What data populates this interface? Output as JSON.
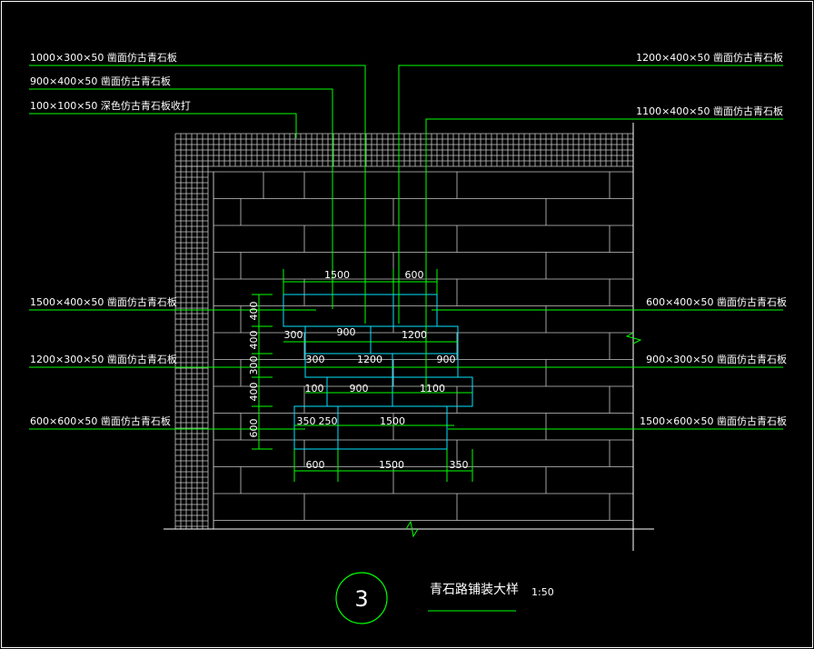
{
  "drawing": {
    "callouts_left": [
      "1000×300×50 凿面仿古青石板",
      "900×400×50 凿面仿古青石板",
      "100×100×50 深色仿古青石板收打",
      "1500×400×50 凿面仿古青石板",
      "1200×300×50 凿面仿古青石板",
      "600×600×50 凿面仿古青石板"
    ],
    "callouts_right": [
      "1200×400×50 凿面仿古青石板",
      "1100×400×50 凿面仿古青石板",
      "600×400×50 凿面仿古青石板",
      "900×300×50 凿面仿古青石板",
      "1500×600×50 凿面仿古青石板"
    ],
    "dims_top": [
      "1500",
      "600"
    ],
    "row1": [
      "300",
      "900",
      "1200"
    ],
    "row2": [
      "300",
      "1200",
      "900"
    ],
    "row3": [
      "100",
      "900",
      "1100"
    ],
    "row4": [
      "350",
      "250",
      "1500"
    ],
    "dims_bottom": [
      "600",
      "1500",
      "350"
    ],
    "dims_vertical": [
      "400",
      "400",
      "300",
      "400",
      "600"
    ],
    "title_number": "3",
    "title": "青石路铺装大样",
    "scale": "1:50"
  },
  "colors": {
    "background": "#000000",
    "border_line": "#ffffff",
    "grid_line": "#c8c8c8",
    "leader_line": "#00ff00",
    "detail_line": "#00e5ff",
    "text": "#ffffff"
  }
}
